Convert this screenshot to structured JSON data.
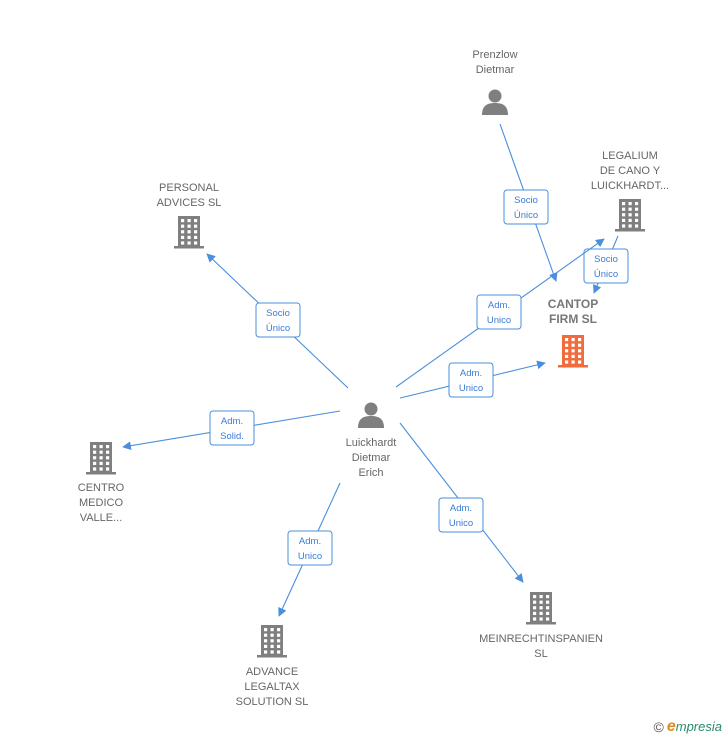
{
  "nodes": [
    {
      "id": "prenzlow",
      "type": "person",
      "lines": [
        "Prenzlow",
        "Dietmar"
      ]
    },
    {
      "id": "legalium",
      "type": "company",
      "lines": [
        "LEGALIUM",
        "DE CANO Y",
        "LUICKHARDT..."
      ]
    },
    {
      "id": "personal",
      "type": "company",
      "lines": [
        "PERSONAL",
        "ADVICES  SL"
      ]
    },
    {
      "id": "cantop",
      "type": "company",
      "highlight": true,
      "lines": [
        "CANTOP",
        "FIRM  SL"
      ]
    },
    {
      "id": "luickhardt",
      "type": "person",
      "lines": [
        "Luickhardt",
        "Dietmar",
        "Erich"
      ]
    },
    {
      "id": "centro",
      "type": "company",
      "lines": [
        "CENTRO",
        "MEDICO",
        "VALLE..."
      ]
    },
    {
      "id": "advance",
      "type": "company",
      "lines": [
        "ADVANCE",
        "LEGALTAX",
        "SOLUTION SL"
      ]
    },
    {
      "id": "meinrecht",
      "type": "company",
      "lines": [
        "MEINRECHTINSPANIEN",
        "SL"
      ]
    }
  ],
  "edges": [
    {
      "from": "prenzlow",
      "to": "cantop",
      "lines": [
        "Socio",
        "Único"
      ]
    },
    {
      "from": "legalium",
      "to": "cantop",
      "lines": [
        "Socio",
        "Único"
      ]
    },
    {
      "from": "luickhardt",
      "to": "personal",
      "lines": [
        "Socio",
        "Único"
      ]
    },
    {
      "from": "luickhardt",
      "to": "legalium",
      "lines": [
        "Adm.",
        "Unico"
      ]
    },
    {
      "from": "luickhardt",
      "to": "cantop",
      "lines": [
        "Adm.",
        "Unico"
      ]
    },
    {
      "from": "luickhardt",
      "to": "centro",
      "lines": [
        "Adm.",
        "Solid."
      ]
    },
    {
      "from": "luickhardt",
      "to": "advance",
      "lines": [
        "Adm.",
        "Unico"
      ]
    },
    {
      "from": "luickhardt",
      "to": "meinrecht",
      "lines": [
        "Adm.",
        "Unico"
      ]
    }
  ],
  "colors": {
    "edge": "#4a8fdd",
    "building": "#7f7f7f",
    "highlight_building": "#f26b3a",
    "person": "#7f7f7f"
  },
  "footer": {
    "copyright": "©",
    "brand_initial": "e",
    "brand_rest": "mpresia"
  }
}
